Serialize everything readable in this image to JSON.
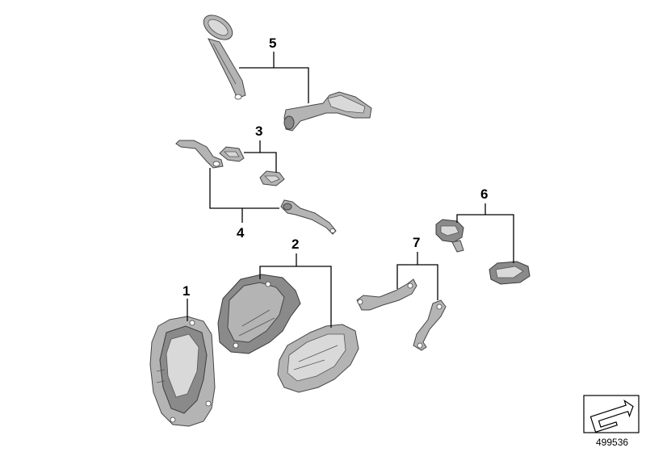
{
  "callouts": [
    {
      "id": "1",
      "label": "1"
    },
    {
      "id": "2",
      "label": "2"
    },
    {
      "id": "3",
      "label": "3"
    },
    {
      "id": "4",
      "label": "4"
    },
    {
      "id": "5",
      "label": "5"
    },
    {
      "id": "6",
      "label": "6"
    },
    {
      "id": "7",
      "label": "7"
    }
  ],
  "document_number": "499536",
  "icons": {
    "corner_symbol": "diagram-orientation-arrow-icon"
  },
  "colors": {
    "part_fill_dark": "#8a8a8a",
    "part_fill_mid": "#b4b4b4",
    "part_fill_light": "#d9d9d9",
    "line": "#000000"
  }
}
